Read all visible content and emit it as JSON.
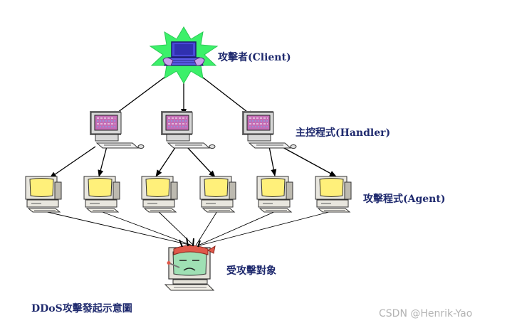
{
  "labels": {
    "attacker": "攻擊者(Client)",
    "handler": "主控程式(Handler)",
    "agent": "攻擊程式(Agent)",
    "target": "受攻擊對象",
    "caption": "DDoS攻擊發起示意圖"
  },
  "watermark": "CSDN @Henrik-Yao",
  "colors": {
    "label_text": "#1f2a6e",
    "starburst": "#3cf06a",
    "laptop": "#4848d8",
    "screen_yellow": "#fff07a",
    "handler_screen": "#c46db5",
    "arrows": "#000000"
  },
  "icons": {
    "attacker": "laptop-icon",
    "handler": "computer-icon",
    "agent": "computer-icon",
    "target": "sick-computer-icon"
  }
}
